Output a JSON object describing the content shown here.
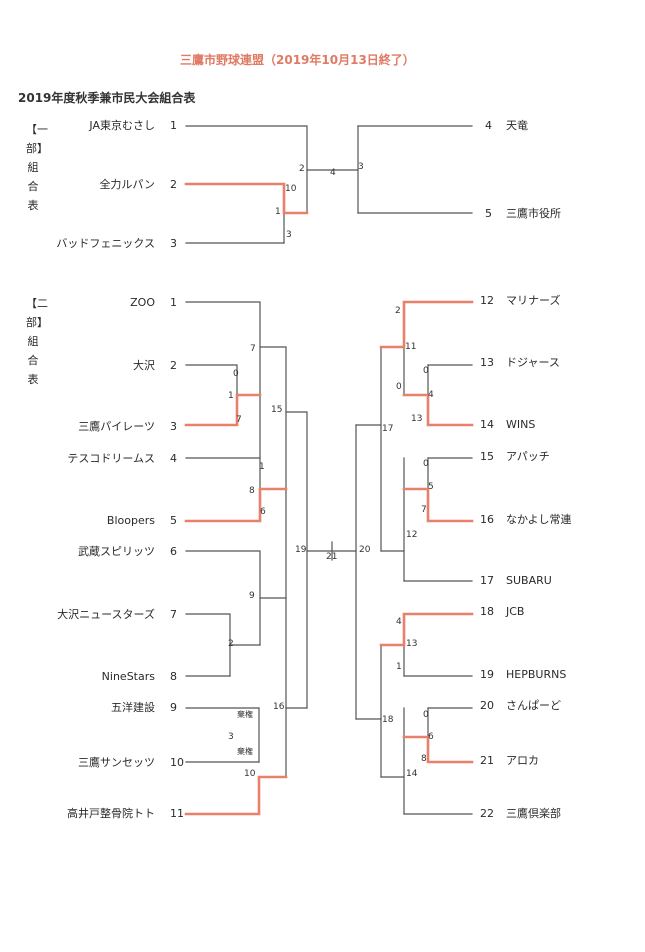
{
  "header": {
    "title": "三鷹市野球連盟（2019年10月13日終了）",
    "subtitle": "2019年度秋季兼市民大会組合表"
  },
  "division1": {
    "label": "【一部】組合表",
    "teams_left": [
      {
        "seed": "1",
        "name": "JA東京むさし"
      },
      {
        "seed": "2",
        "name": "全力ルパン"
      },
      {
        "seed": "3",
        "name": "バッドフェニックス"
      }
    ],
    "teams_right": [
      {
        "seed": "4",
        "name": "天竜"
      },
      {
        "seed": "5",
        "name": "三鷹市役所"
      }
    ],
    "scores": {
      "semi_top": "2",
      "semi_bottom": "1",
      "r1_top": "10",
      "r1_bottom": "3",
      "final_left": "4",
      "final_right": "3"
    }
  },
  "division2": {
    "label": "【二部】組合表",
    "teams_left": [
      {
        "seed": "1",
        "name": "ZOO"
      },
      {
        "seed": "2",
        "name": "大沢"
      },
      {
        "seed": "3",
        "name": "三鷹パイレーツ"
      },
      {
        "seed": "4",
        "name": "テスコドリームス"
      },
      {
        "seed": "5",
        "name": "Bloopers"
      },
      {
        "seed": "6",
        "name": "武蔵スピリッツ"
      },
      {
        "seed": "7",
        "name": "大沢ニュースターズ"
      },
      {
        "seed": "8",
        "name": "NineStars"
      },
      {
        "seed": "9",
        "name": "五洋建設"
      },
      {
        "seed": "10",
        "name": "三鷹サンセッツ"
      },
      {
        "seed": "11",
        "name": "高井戸整骨院トト"
      }
    ],
    "teams_right": [
      {
        "seed": "12",
        "name": "マリナーズ"
      },
      {
        "seed": "13",
        "name": "ドジャース"
      },
      {
        "seed": "14",
        "name": "WINS"
      },
      {
        "seed": "15",
        "name": "アパッチ"
      },
      {
        "seed": "16",
        "name": "なかよし常連"
      },
      {
        "seed": "17",
        "name": "SUBARU"
      },
      {
        "seed": "18",
        "name": "JCB"
      },
      {
        "seed": "19",
        "name": "HEPBURNS"
      },
      {
        "seed": "20",
        "name": "さんぱーど"
      },
      {
        "seed": "21",
        "name": "アロカ"
      },
      {
        "seed": "22",
        "name": "三鷹倶楽部"
      }
    ],
    "scores": {
      "l_23_top": "0",
      "l_23_bottom": "1",
      "l_a_top": "7",
      "l_a_bottom": "7",
      "l_45_top": "1",
      "l_45_bottom": "8",
      "l_45_pair": "6",
      "l_78_pair": "2",
      "l_b_top": "9",
      "l_910_mid": "3",
      "l_910_top": "棄権",
      "l_910_bottom": "棄権",
      "l_c_bottom": "10",
      "l_semi_top": "15",
      "l_semi_bottom": "16",
      "final_left": "19",
      "final_center": "21",
      "final_right": "20",
      "r_1213_top": "2",
      "r_1213_bottom": "11",
      "r_1314_top": "0",
      "r_1314_mid": "4",
      "r_1314_low": "0",
      "r_1314_bottom": "13",
      "r_1516_top": "0",
      "r_1516_mid": "5",
      "r_1516_bottom": "7",
      "r_d_bottom": "12",
      "r_1819_top": "4",
      "r_1819_mid": "13",
      "r_1819_bottom": "1",
      "r_2021_top": "0",
      "r_2021_mid": "6",
      "r_2021_bottom": "8",
      "r_e_bottom": "14",
      "r_semi_top": "17",
      "r_semi_bottom": "18"
    }
  },
  "colors": {
    "line": "#555555",
    "winner_path": "#e8806a",
    "title": "#e07a64"
  }
}
